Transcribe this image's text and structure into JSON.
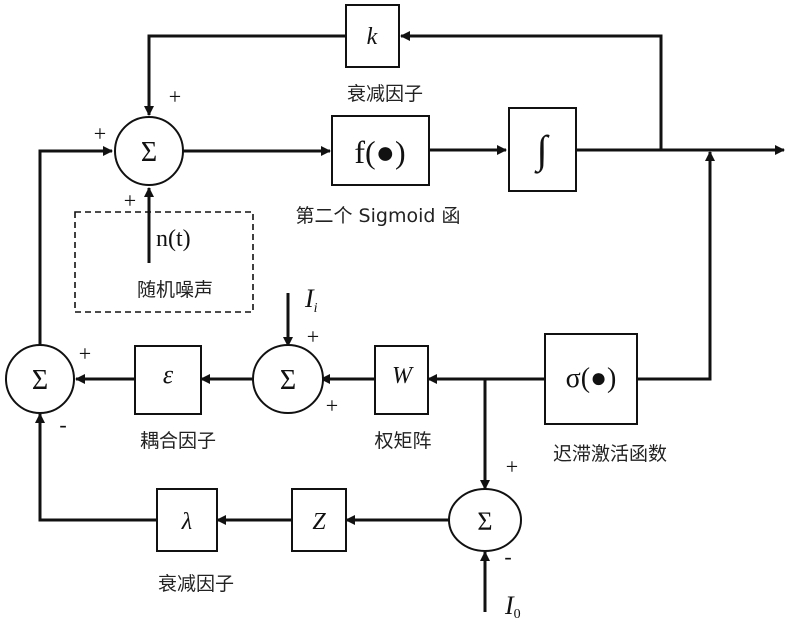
{
  "diagram": {
    "blocks": {
      "k": "k",
      "f": "f(●)",
      "integral": "∫",
      "w": "W",
      "epsilon": "ε",
      "sigma_act": "σ(●)",
      "z": "Z",
      "lambda": "λ"
    },
    "sums": {
      "main": "Σ",
      "left": "Σ",
      "middle": "Σ",
      "bottom": "Σ"
    },
    "signals": {
      "noise": "n(t)",
      "ii_main": "I",
      "ii_sub": "i",
      "i0_main": "I",
      "i0_sub": "0"
    },
    "labels": {
      "k_label": "衰减因子",
      "f_label": "第二个 Sigmoid 函",
      "noise_label": "随机噪声",
      "epsilon_label": "耦合因子",
      "w_label": "权矩阵",
      "sigma_label": "迟滞激活函数",
      "lambda_label": "衰减因子"
    },
    "signs": {
      "main_top": "+",
      "main_left": "+",
      "main_bottom": "+",
      "left_right": "+",
      "left_bottom": "-",
      "middle_top": "+",
      "middle_right": "+",
      "bottom_top": "+",
      "bottom_bottom": "-"
    }
  }
}
